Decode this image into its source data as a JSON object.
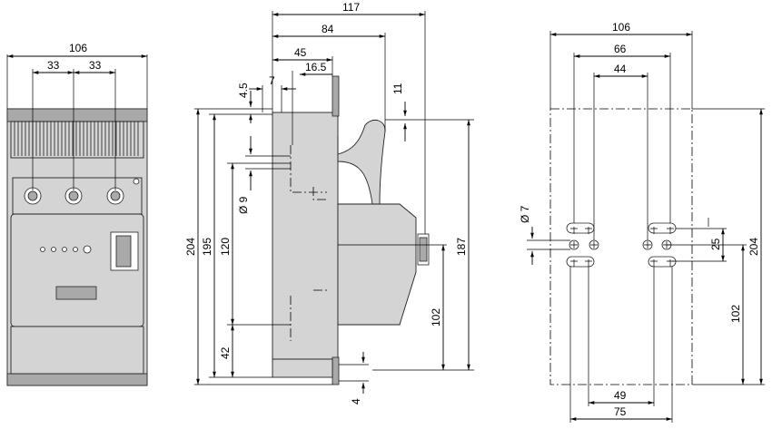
{
  "front_view": {
    "width_label": "106",
    "pitch_left_label": "33",
    "pitch_right_label": "33"
  },
  "side_view": {
    "depth_total_label": "117",
    "depth_84_label": "84",
    "depth_45_label": "45",
    "depth_16_5_label": "16.5",
    "offset_7_label": "7",
    "offset_4_5_label": "4.5",
    "offset_11_label": "11",
    "height_204_label": "204",
    "height_195_label": "195",
    "height_120_label": "120",
    "height_42_label": "42",
    "diameter_9_label": "Ø 9",
    "height_187_label": "187",
    "height_102_label": "102",
    "thickness_4_label": "4"
  },
  "mounting_view": {
    "width_106_label": "106",
    "spacing_66_label": "66",
    "spacing_44_label": "44",
    "spacing_49_label": "49",
    "spacing_75_label": "75",
    "diameter_7_label": "Ø 7",
    "offset_25_label": "25",
    "height_204_label": "204",
    "height_102_label": "102"
  }
}
